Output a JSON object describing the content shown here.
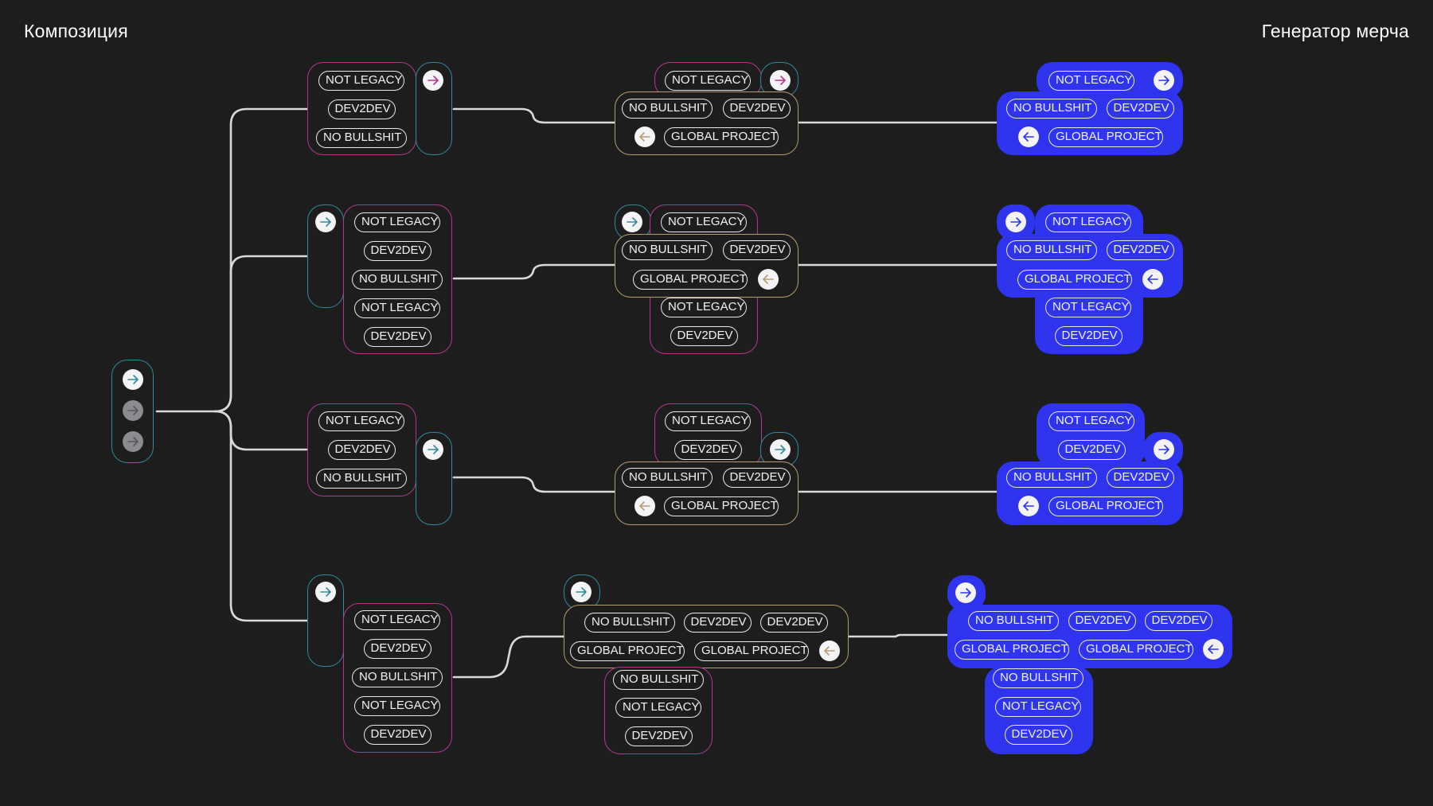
{
  "header": {
    "left_title": "Композиция",
    "right_title": "Генератор мерча"
  },
  "colors": {
    "background": "#1d1d1e",
    "frame_magenta": "#b6378f",
    "frame_cyan": "#2f8b99",
    "frame_beige": "#b69e72",
    "fill_blue": "#2f34ee",
    "line": "#d9d9dc",
    "pill_outline": "#e9e9ec"
  },
  "icons": {
    "forward": "arrow-right-icon",
    "back": "arrow-left-icon"
  },
  "start_node": {
    "buttons": [
      "arrow-right-icon",
      "arrow-right-icon",
      "arrow-right-icon"
    ],
    "active_index": 0
  },
  "rows": [
    {
      "source": [
        "NOT LEGACY",
        "DEV2DEV",
        "NO BULLSHIT"
      ],
      "composed": [
        [
          "NOT LEGACY"
        ],
        [
          "NO BULLSHIT",
          "DEV2DEV"
        ],
        [
          "GLOBAL PROJECT"
        ]
      ],
      "generated": [
        [
          "NOT LEGACY"
        ],
        [
          "NO BULLSHIT",
          "DEV2DEV"
        ],
        [
          "GLOBAL PROJECT"
        ]
      ]
    },
    {
      "source": [
        "NOT LEGACY",
        "DEV2DEV",
        "NO BULLSHIT",
        "NOT LEGACY",
        "DEV2DEV"
      ],
      "composed": [
        [
          "NOT LEGACY"
        ],
        [
          "NO BULLSHIT",
          "DEV2DEV"
        ],
        [
          "GLOBAL PROJECT"
        ],
        [
          "NOT LEGACY"
        ],
        [
          "DEV2DEV"
        ]
      ],
      "generated": [
        [
          "NOT LEGACY"
        ],
        [
          "NO BULLSHIT",
          "DEV2DEV"
        ],
        [
          "GLOBAL PROJECT"
        ],
        [
          "NOT LEGACY"
        ],
        [
          "DEV2DEV"
        ]
      ]
    },
    {
      "source": [
        "NOT LEGACY",
        "DEV2DEV",
        "NO BULLSHIT"
      ],
      "composed": [
        [
          "NOT LEGACY"
        ],
        [
          "DEV2DEV"
        ],
        [
          "NO BULLSHIT",
          "DEV2DEV"
        ],
        [
          "GLOBAL PROJECT"
        ]
      ],
      "generated": [
        [
          "NOT LEGACY"
        ],
        [
          "DEV2DEV"
        ],
        [
          "NO BULLSHIT",
          "DEV2DEV"
        ],
        [
          "GLOBAL PROJECT"
        ]
      ]
    },
    {
      "source": [
        "NOT LEGACY",
        "DEV2DEV",
        "NO BULLSHIT",
        "NOT LEGACY",
        "DEV2DEV"
      ],
      "composed": [
        [
          "NO BULLSHIT",
          "DEV2DEV",
          "DEV2DEV"
        ],
        [
          "GLOBAL PROJECT",
          "GLOBAL PROJECT"
        ],
        [
          "NO BULLSHIT"
        ],
        [
          "NOT LEGACY"
        ],
        [
          "DEV2DEV"
        ]
      ],
      "generated": [
        [
          "NO BULLSHIT",
          "DEV2DEV",
          "DEV2DEV"
        ],
        [
          "GLOBAL PROJECT",
          "GLOBAL PROJECT"
        ],
        [
          "NO BULLSHIT"
        ],
        [
          "NOT LEGACY"
        ],
        [
          "DEV2DEV"
        ]
      ]
    }
  ]
}
